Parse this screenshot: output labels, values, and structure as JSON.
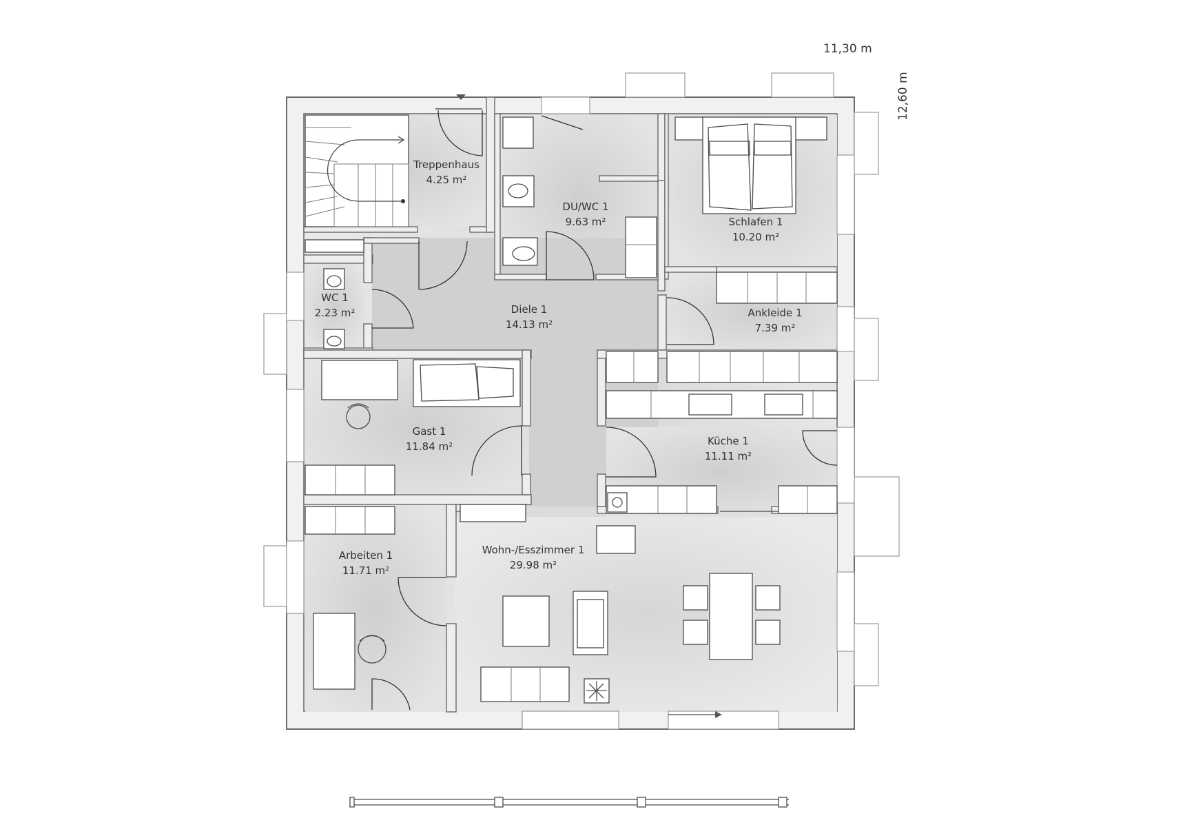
{
  "dimensions": {
    "width_label": "11,30 m",
    "depth_label": "12,60 m"
  },
  "rooms": {
    "treppenhaus": {
      "name": "Treppenhaus",
      "area": "4.25 m²"
    },
    "du_wc": {
      "name": "DU/WC 1",
      "area": "9.63 m²"
    },
    "schlafen": {
      "name": "Schlafen 1",
      "area": "10.20 m²"
    },
    "wc": {
      "name": "WC 1",
      "area": "2.23 m²"
    },
    "diele": {
      "name": "Diele 1",
      "area": "14.13 m²"
    },
    "ankleide": {
      "name": "Ankleide 1",
      "area": "7.39 m²"
    },
    "gast": {
      "name": "Gast 1",
      "area": "11.84 m²"
    },
    "kueche": {
      "name": "Küche 1",
      "area": "11.11 m²"
    },
    "arbeiten": {
      "name": "Arbeiten 1",
      "area": "11.71 m²"
    },
    "wohnen": {
      "name": "Wohn-/Esszimmer 1",
      "area": "29.98 m²"
    }
  }
}
